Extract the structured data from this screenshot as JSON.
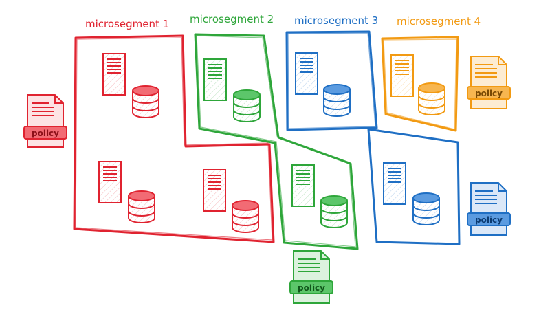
{
  "segments": [
    {
      "label": "microsegment 1",
      "color": "#e02330"
    },
    {
      "label": "microsegment 2",
      "color": "#2ea63a"
    },
    {
      "label": "microsegment 3",
      "color": "#1f6fc4"
    },
    {
      "label": "microsegment 4",
      "color": "#f29a12"
    }
  ],
  "policies": [
    {
      "label": "policy",
      "segment": 1
    },
    {
      "label": "policy",
      "segment": 2
    },
    {
      "label": "policy",
      "segment": 3
    },
    {
      "label": "policy",
      "segment": 4
    }
  ],
  "icons": [
    "server-icon",
    "database-icon",
    "policy-document-icon"
  ]
}
